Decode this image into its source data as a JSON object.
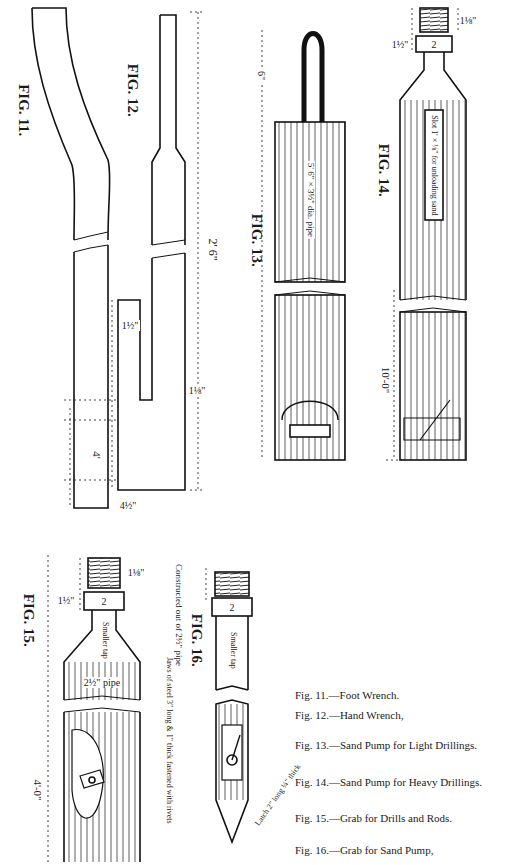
{
  "diagram": {
    "labels": [
      "FIG. 11.",
      "4'",
      "FIG. 12.",
      "2' 6\"",
      "1½\"",
      "1⅛\"",
      "4½\"",
      "FIG. 13.",
      "6\"",
      "5' 6\" × 3½\" dia. pipe",
      "FIG. 14.",
      "1⅛\"",
      "1½\"",
      "2",
      "Slot 1' × ⅛\" for unloading sand",
      "10'-0\"",
      "FIG. 15.",
      "1⅛\"",
      "1½\"",
      "2",
      "Constructed out of 2½\" pipe",
      "Smaller tap",
      "2½\" pipe",
      "4'-0\"",
      "Jaws of steel 3\" long & 1\" thick fastened with rivets",
      "FIG. 16.",
      "2",
      "Smaller tap",
      "Latch 2\" long ¼\" thick",
      "Fig. 11.—Foot Wrench.",
      "Fig. 12.—Hand Wrench,",
      "Fig. 13.—Sand Pump for Light Drillings.",
      "Fig. 14.—Sand Pump for Heavy Drillings.",
      "Fig. 15.—Grab for Drills and Rods.",
      "Fig. 16.—Grab for Sand Pump,"
    ]
  }
}
